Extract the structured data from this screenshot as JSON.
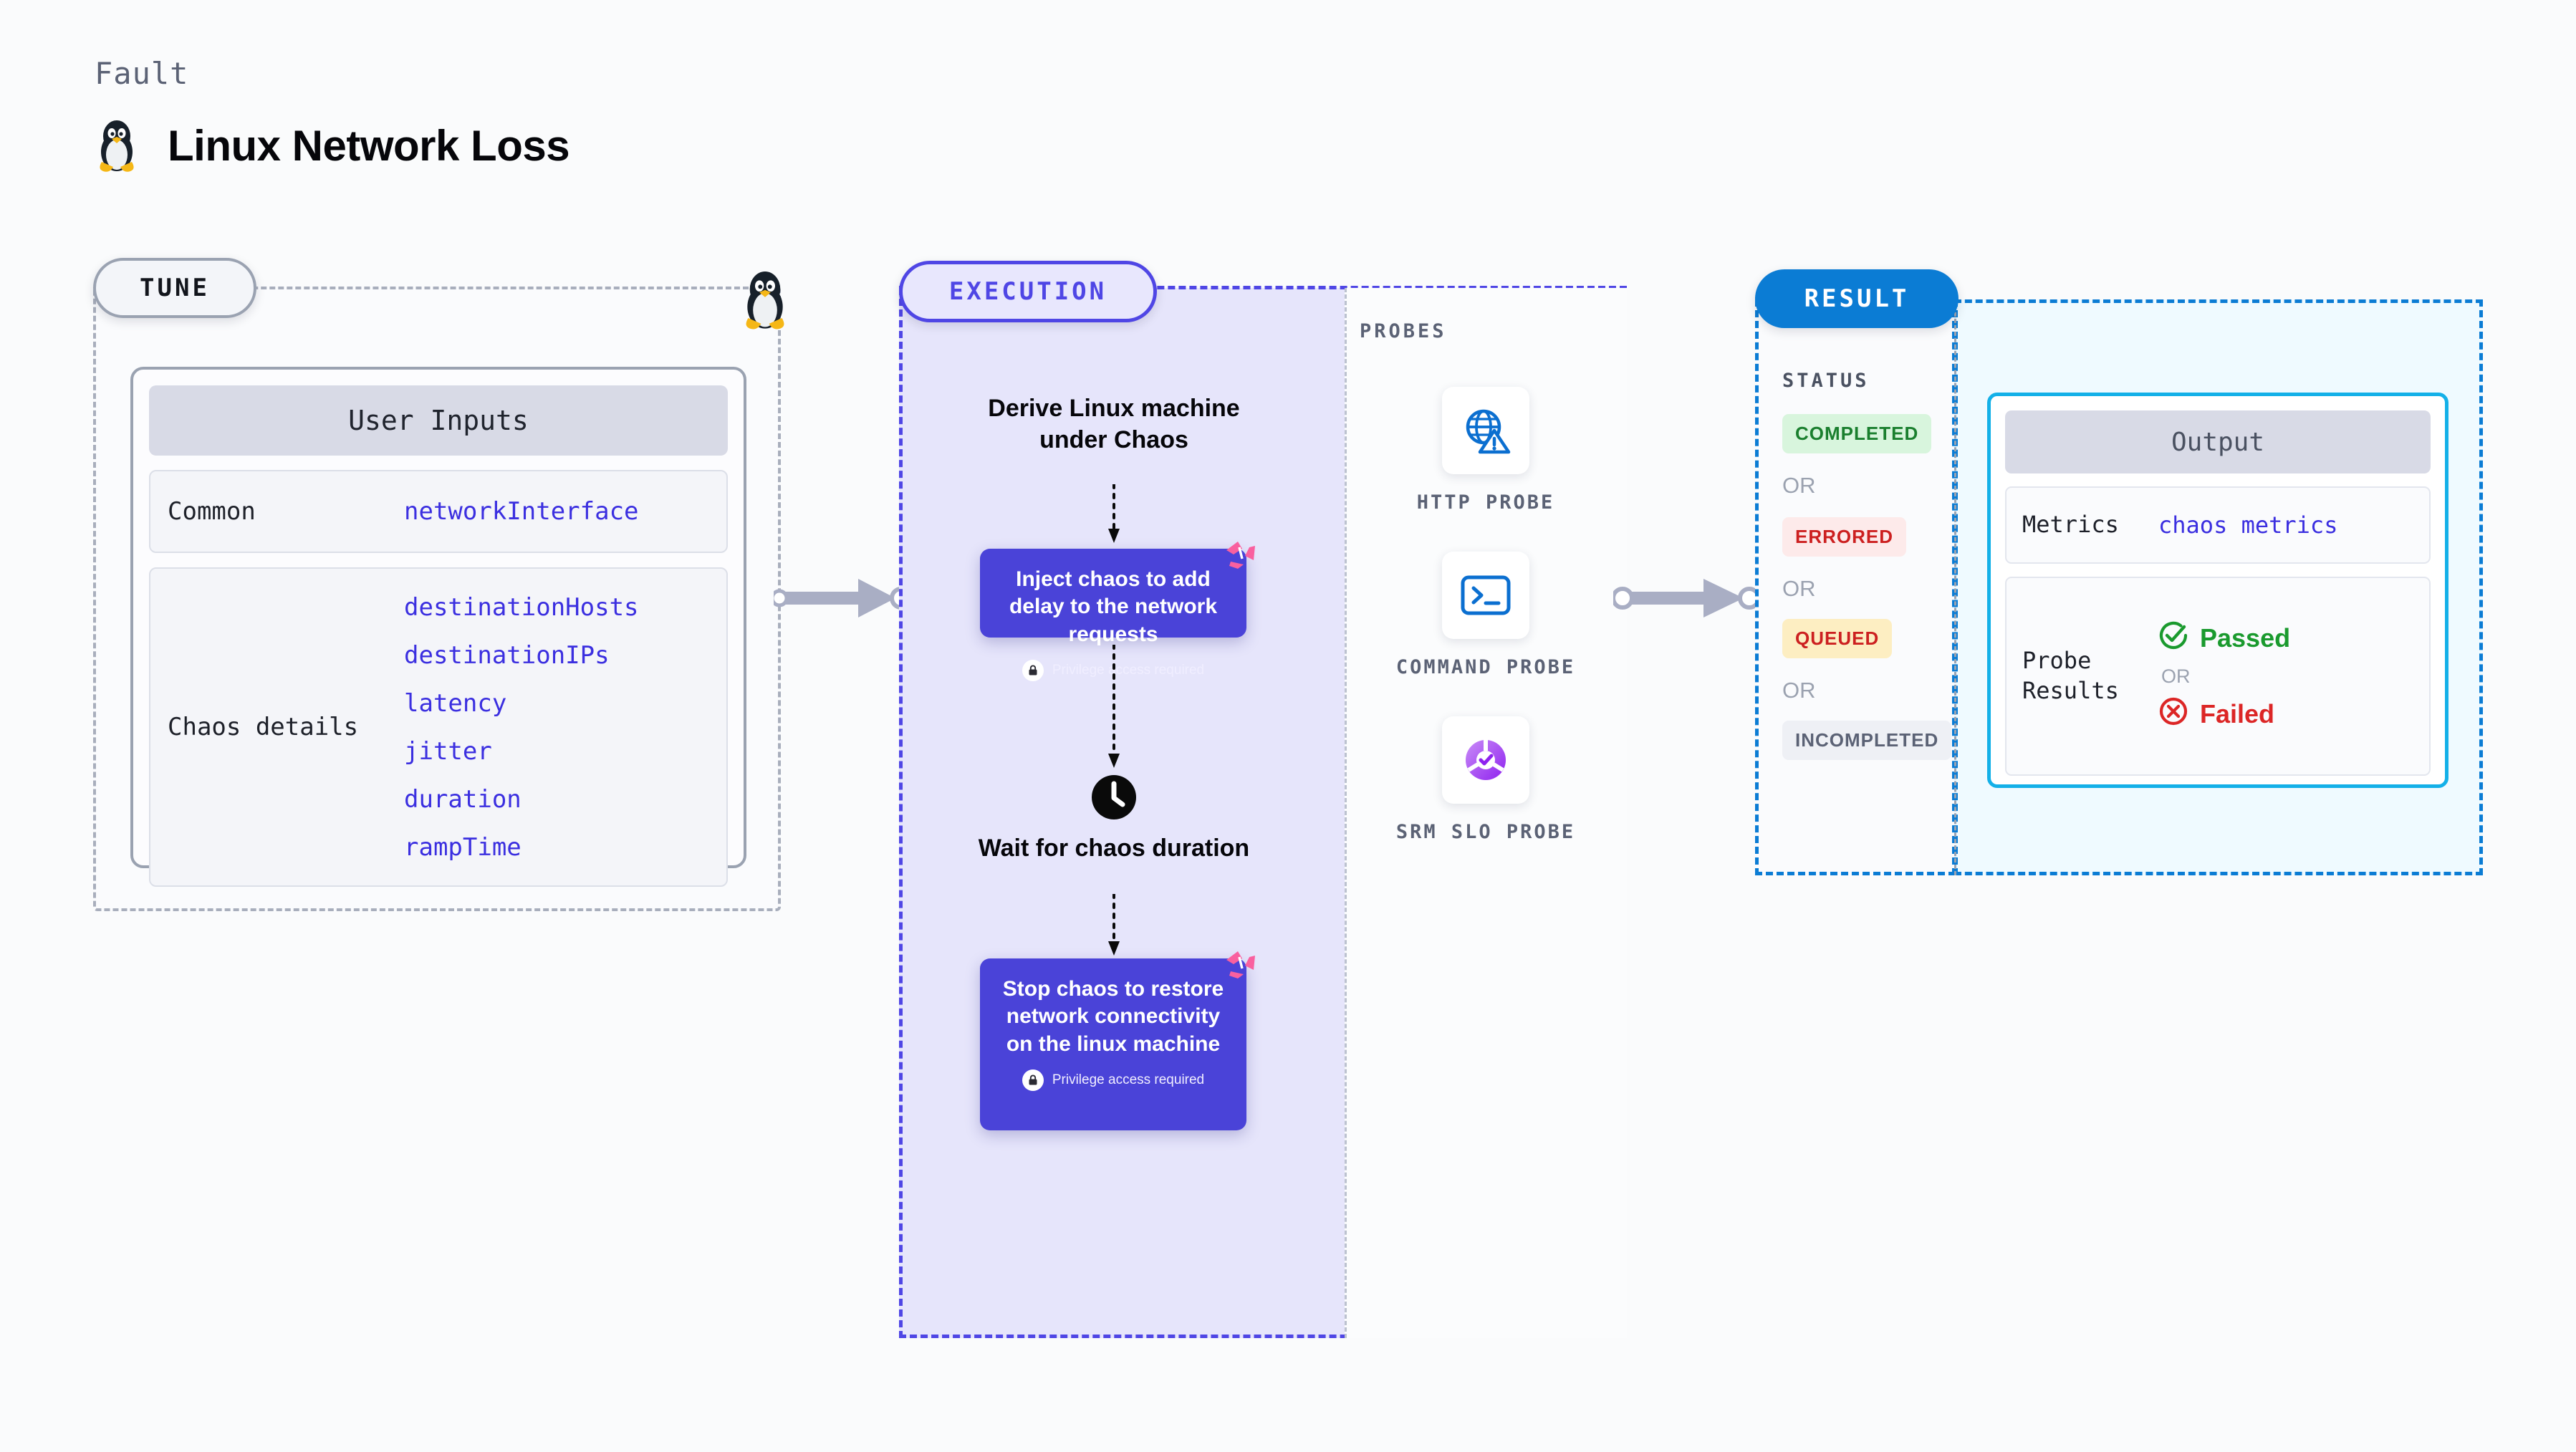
{
  "header": {
    "kicker": "Fault",
    "title": "Linux Network Loss",
    "icon": "tux-penguin-icon"
  },
  "tune": {
    "pill_label": "TUNE",
    "card_title": "User Inputs",
    "rows": [
      {
        "label": "Common",
        "values": [
          "networkInterface"
        ]
      },
      {
        "label": "Chaos details",
        "values": [
          "destinationHosts",
          "destinationIPs",
          "latency",
          "jitter",
          "duration",
          "rampTime"
        ]
      }
    ]
  },
  "execution": {
    "pill_label": "EXECUTION",
    "steps": [
      {
        "type": "text",
        "label": "Derive Linux machine under Chaos"
      },
      {
        "type": "card",
        "label": "Inject chaos to add delay to the network requests",
        "privilege": "Privilege access required"
      },
      {
        "type": "text",
        "label": "Wait for chaos duration",
        "icon": "clock-icon"
      },
      {
        "type": "card",
        "label": "Stop chaos to restore network connectivity on the linux machine",
        "privilege": "Privilege access required"
      }
    ]
  },
  "probes": {
    "section_label": "PROBES",
    "items": [
      {
        "label": "HTTP PROBE",
        "icon": "globe-warning-icon"
      },
      {
        "label": "COMMAND PROBE",
        "icon": "terminal-icon"
      },
      {
        "label": "SRM SLO PROBE",
        "icon": "slo-donut-check-icon"
      }
    ]
  },
  "result": {
    "pill_label": "RESULT",
    "status_label": "STATUS",
    "or_label": "OR",
    "statuses": [
      {
        "label": "COMPLETED",
        "color": "#1a7f2e",
        "bg": "#d8f5dd"
      },
      {
        "label": "ERRORED",
        "color": "#cc2020",
        "bg": "#fdeaea"
      },
      {
        "label": "QUEUED",
        "color": "#cc2020",
        "bg": "#fdeec2"
      },
      {
        "label": "INCOMPLETED",
        "color": "#5b6275",
        "bg": "#eef0f5"
      }
    ],
    "output": {
      "title": "Output",
      "metrics_label": "Metrics",
      "metrics_value": "chaos metrics",
      "probe_results_label": "Probe Results",
      "passed_label": "Passed",
      "failed_label": "Failed",
      "or_label": "OR"
    }
  },
  "colors": {
    "accent_purple": "#4a43d8",
    "accent_blue": "#0b7cd4",
    "accent_cyan": "#13b0e8",
    "value_text": "#3b2fe0",
    "chaos_pink": "#f9609f"
  }
}
